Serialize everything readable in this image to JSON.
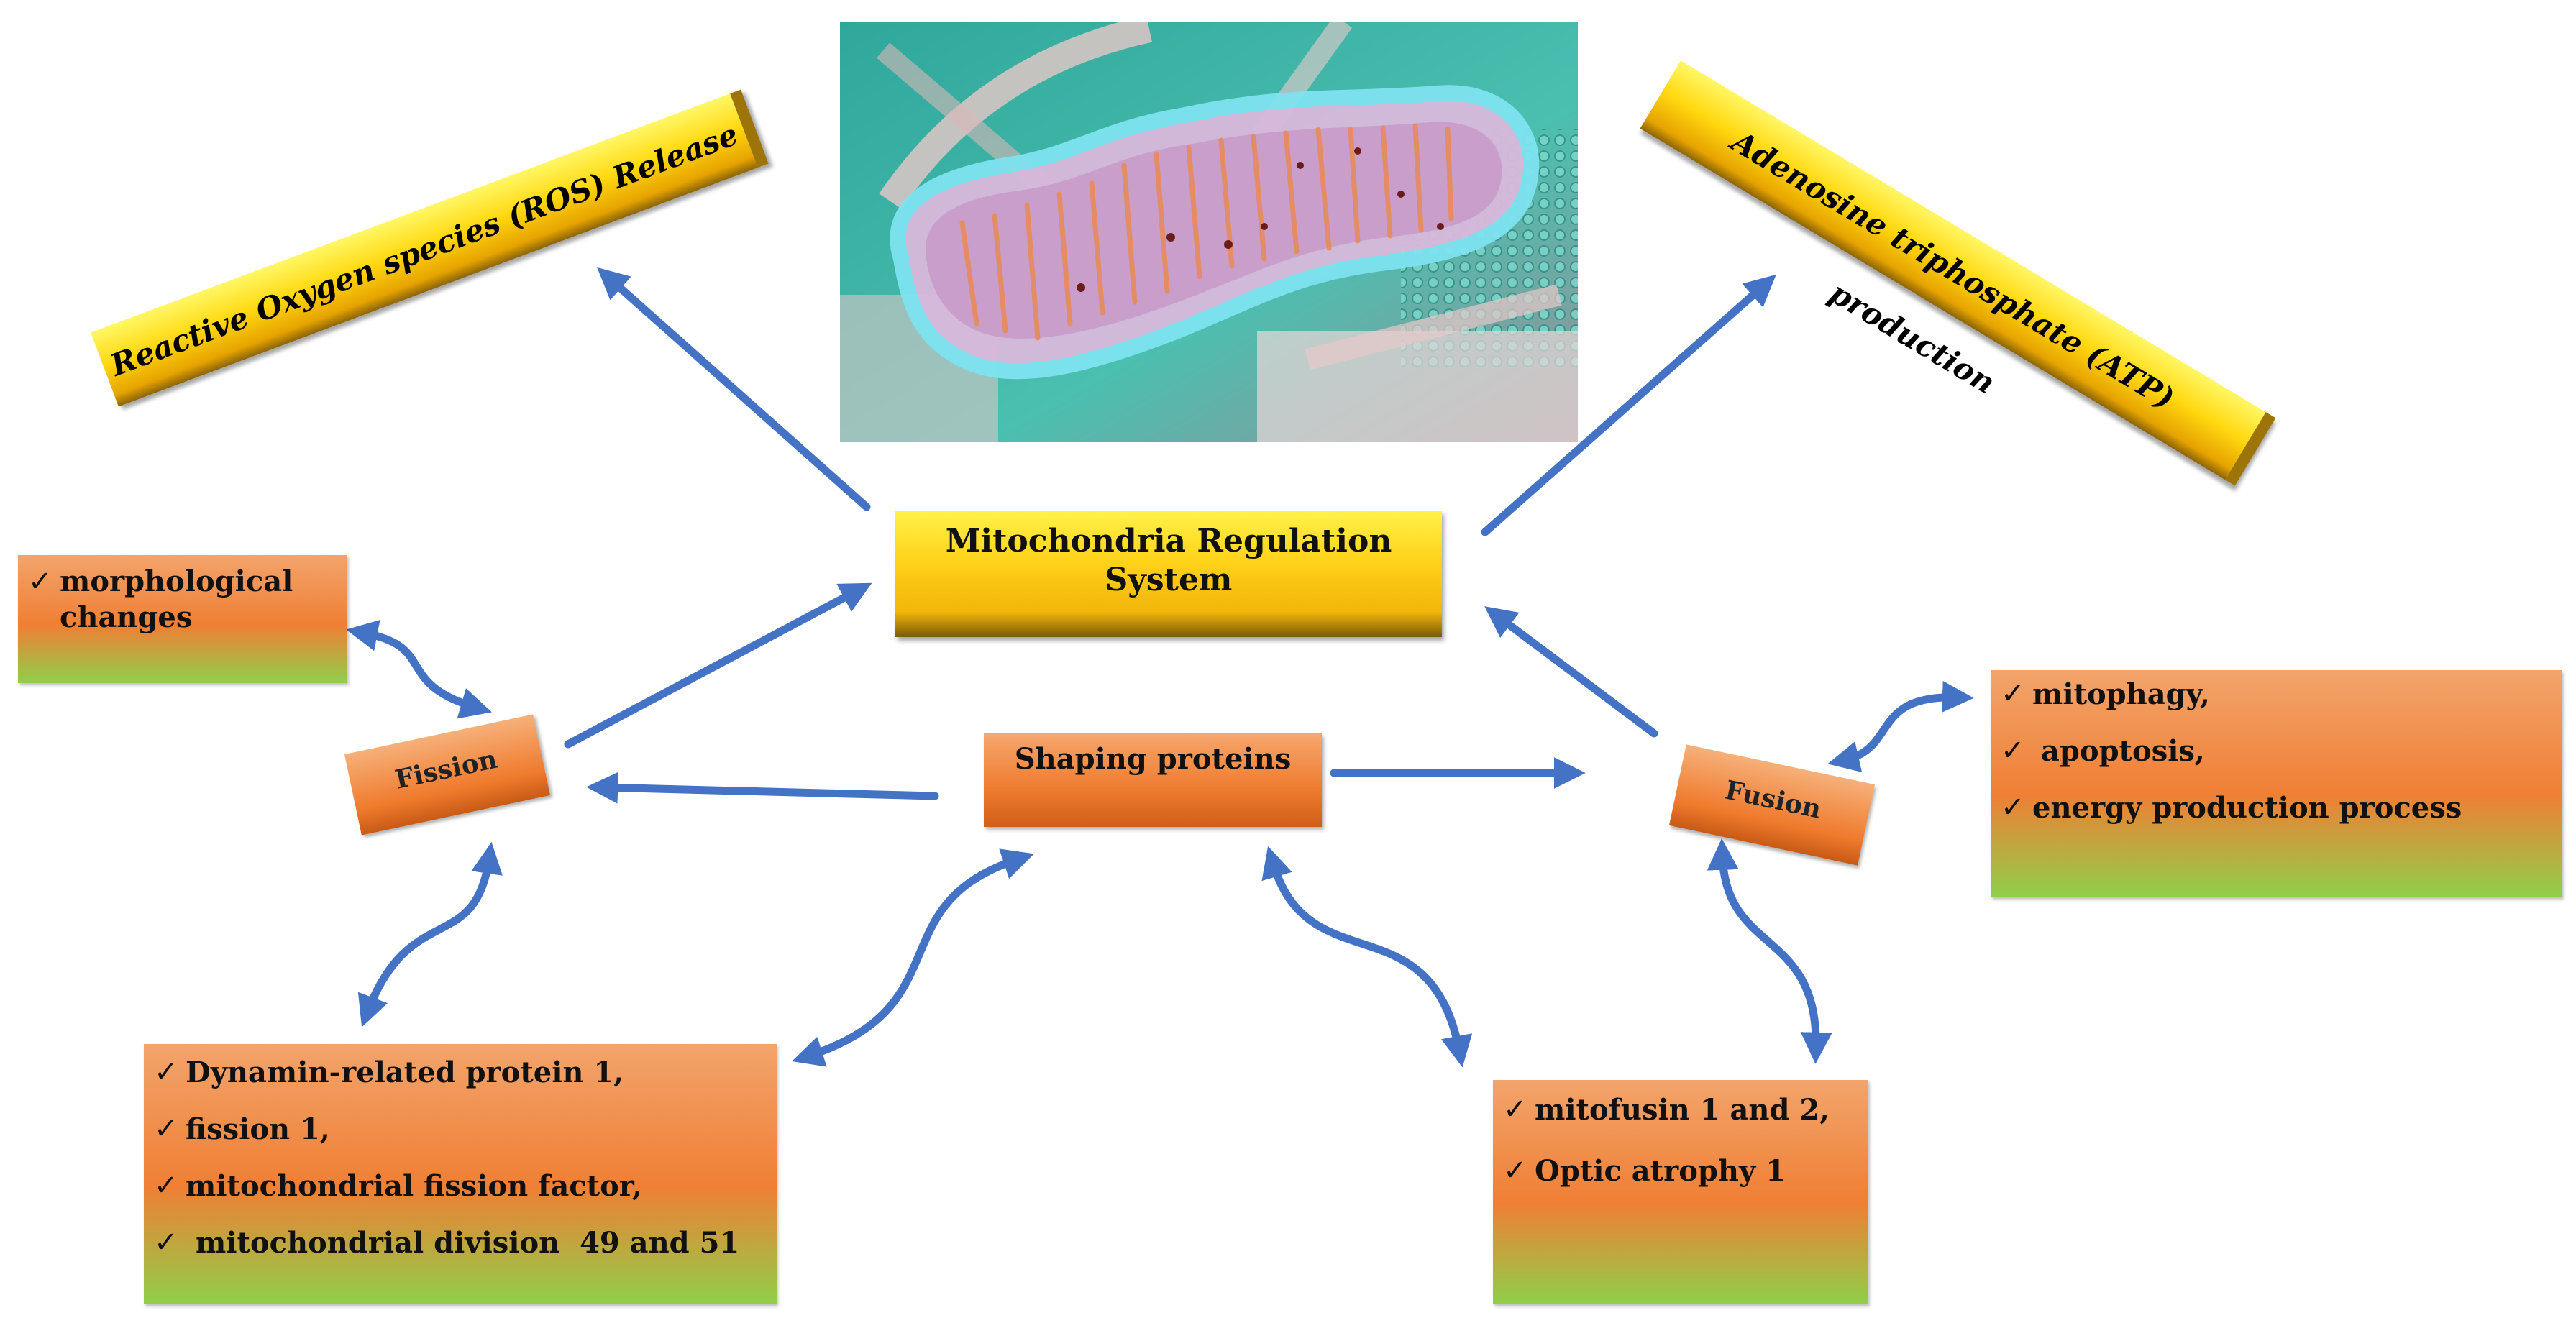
{
  "central": {
    "line1": "Mitochondria Regulation",
    "line2": "System"
  },
  "outputs": {
    "ros": "Reactive Oxygen species (ROS) Release",
    "atp": "Adenosine triphosphate (ATP) production"
  },
  "nodes": {
    "fission": "Fission",
    "fusion": "Fusion",
    "shaping": "Shaping proteins"
  },
  "lists": {
    "morphology": [
      "morphological changes"
    ],
    "fusion_effects": [
      "mitophagy,",
      "apoptosis,",
      "energy production process"
    ],
    "fission_proteins": [
      "Dynamin-related protein 1,",
      "fission 1,",
      "mitochondrial fission factor,",
      "mitochondrial division  49 and 51"
    ],
    "fusion_proteins": [
      "mitofusin 1 and 2,",
      "Optic atrophy 1"
    ]
  },
  "colors": {
    "arrow": "#4472c4",
    "accent_yellow": "#ffd21a",
    "accent_orange": "#ef7f34",
    "accent_green": "#8fcf4a"
  }
}
